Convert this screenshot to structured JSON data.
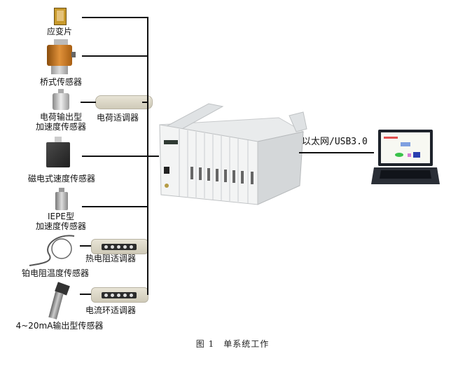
{
  "diagram": {
    "sensors": [
      {
        "id": "strain-gauge",
        "label": "应变片"
      },
      {
        "id": "bridge-sensor",
        "label": "桥式传感器"
      },
      {
        "id": "charge-accel",
        "label_lines": [
          "电荷输出型",
          "加速度传感器"
        ]
      },
      {
        "id": "magneto-velocity",
        "label": "磁电式速度传感器"
      },
      {
        "id": "iepe-accel",
        "label_lines": [
          "IEPE型",
          "加速度传感器"
        ]
      },
      {
        "id": "pt-rtd",
        "label": "铂电阻温度传感器"
      },
      {
        "id": "current-loop",
        "label": "4~20mA输出型传感器"
      }
    ],
    "conditioners": [
      {
        "id": "charge-conditioner",
        "label": "电荷适调器"
      },
      {
        "id": "rtd-conditioner",
        "label": "热电阻适调器"
      },
      {
        "id": "current-loop-conditioner",
        "label": "电流环适调器"
      }
    ],
    "link_label": "以太网/USB3.0",
    "caption": "图 1　单系统工作"
  }
}
